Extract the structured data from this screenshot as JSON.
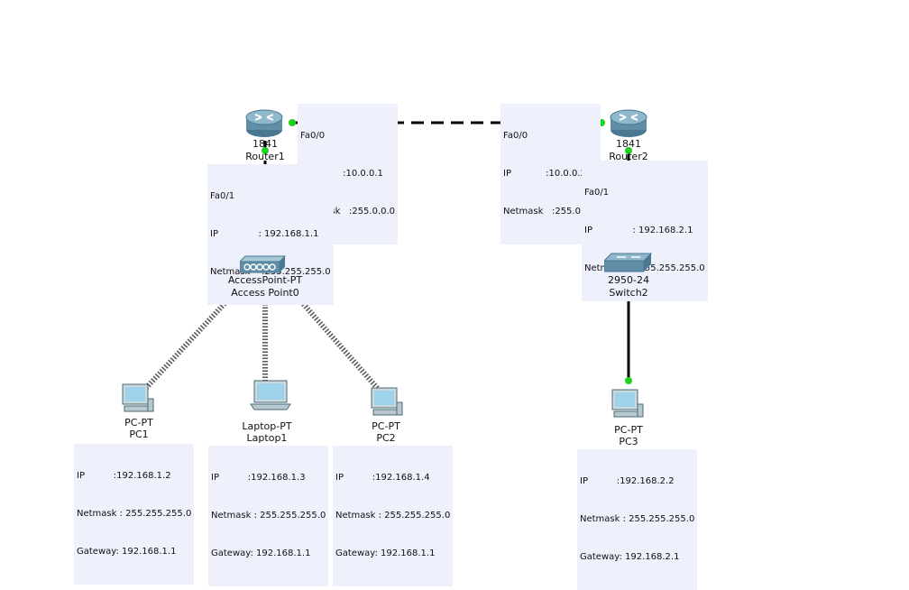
{
  "devices": {
    "router1": {
      "model": "1841",
      "name": "Router1"
    },
    "router2": {
      "model": "1841",
      "name": "Router2"
    },
    "ap": {
      "model": "AccessPoint-PT",
      "name": "Access Point0"
    },
    "switch": {
      "model": "2950-24",
      "name": "Switch2"
    },
    "pc1": {
      "model": "PC-PT",
      "name": "PC1"
    },
    "laptop1": {
      "model": "Laptop-PT",
      "name": "Laptop1"
    },
    "pc2": {
      "model": "PC-PT",
      "name": "PC2"
    },
    "pc3": {
      "model": "PC-PT",
      "name": "PC3"
    }
  },
  "interfaces": {
    "r1_fa00": {
      "iface": "Fa0/0",
      "ip": "IP            :10.0.0.1",
      "mask": "Netmask   :255.0.0.0"
    },
    "r2_fa00": {
      "iface": "Fa0/0",
      "ip": "IP            :10.0.0.2",
      "mask": "Netmask   :255.0.0.0"
    },
    "r1_fa01": {
      "iface": "Fa0/1",
      "ip": "IP              : 192.168.1.1",
      "mask": "Netmask    :255.255.255.0"
    },
    "r2_fa01": {
      "iface": "Fa0/1",
      "ip": "IP              : 192.168.2.1",
      "mask": "Netmask    :255.255.255.0"
    }
  },
  "hosts": {
    "pc1": {
      "ip": "IP          :192.168.1.2",
      "mask": "Netmask : 255.255.255.0",
      "gw": "Gateway: 192.168.1.1"
    },
    "laptop1": {
      "ip": "IP          :192.168.1.3",
      "mask": "Netmask : 255.255.255.0",
      "gw": "Gateway: 192.168.1.1"
    },
    "pc2": {
      "ip": "IP          :192.168.1.4",
      "mask": "Netmask : 255.255.255.0",
      "gw": "Gateway: 192.168.1.1"
    },
    "pc3": {
      "ip": "IP          :192.168.2.2",
      "mask": "Netmask : 255.255.255.0",
      "gw": "Gateway: 192.168.2.1"
    }
  },
  "colors": {
    "link": "#000000",
    "port_up": "#1fd11f",
    "router_body": "#5f8ea6",
    "info_bg": "#eef0fb",
    "pc_screen": "#9fd3ec"
  }
}
